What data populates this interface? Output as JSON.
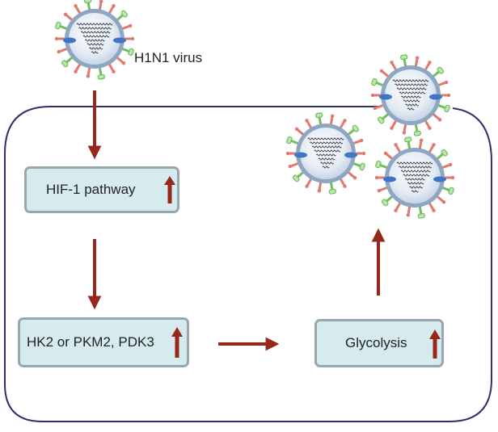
{
  "virus_label": "H1N1 virus",
  "boxes": {
    "hif1": "HIF-1 pathway",
    "enzymes": "HK2 or PKM2, PDK3",
    "glycolysis": "Glycolysis"
  },
  "colors": {
    "arrow": "#96281a",
    "cell_border": "#2e2f6e",
    "box_fill": "#d6ebee",
    "box_border": "#98a7ad",
    "virus_spike_red": "#e07a6e",
    "virus_spike_green": "#6fbf5a",
    "virus_membrane": "#8ea6c2",
    "virus_core": "#e8eef5",
    "virus_protein_blue": "#3f74c7"
  },
  "icons": {
    "virus": "virion-icon",
    "increase": "up-arrow-icon",
    "flow": "arrow-icon"
  }
}
